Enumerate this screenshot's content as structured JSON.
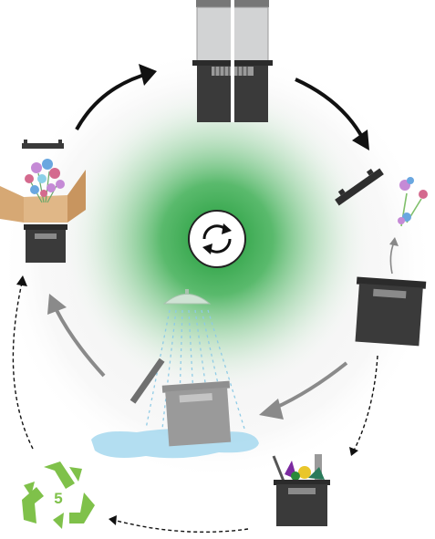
{
  "diagram": {
    "center_icon": "refresh-cycle-icon",
    "center_glow_color": "#22a33b",
    "stages": [
      {
        "id": "stacked-crates",
        "icon": "stacked-crates-icon"
      },
      {
        "id": "lid-removal",
        "icon": "lid-and-flowers-icon"
      },
      {
        "id": "empty-crate",
        "icon": "empty-crate-icon"
      },
      {
        "id": "washing",
        "icon": "shower-washing-icon"
      },
      {
        "id": "packed-crate",
        "icon": "flowers-in-box-icon"
      },
      {
        "id": "waste-crate",
        "icon": "waste-crate-icon"
      },
      {
        "id": "recycling",
        "icon": "recycle-symbol-icon"
      }
    ],
    "recycle_number": "5",
    "colors": {
      "crate_dark": "#3a3a3a",
      "crate_light": "#d2d3d4",
      "arrow_main": "#111111",
      "arrow_grey": "#8a8a8a",
      "water": "#a6d8ee",
      "recycle_green": "#7fc14a",
      "cardboard": "#d6a874"
    }
  }
}
